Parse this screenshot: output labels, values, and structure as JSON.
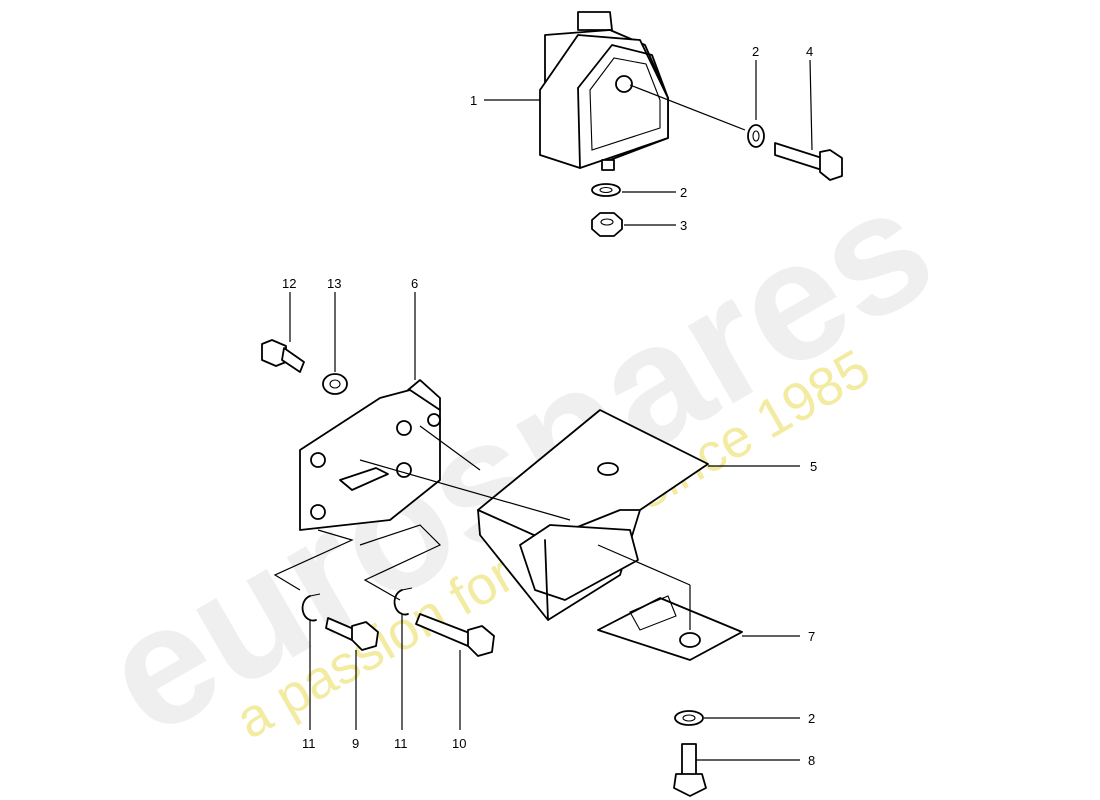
{
  "watermark": {
    "logo_text": "eurospares",
    "tagline": "a passion for parts since 1985",
    "tagline_color": "#e8dc55"
  },
  "callouts": [
    {
      "id": "c1",
      "label": "1"
    },
    {
      "id": "c2a",
      "label": "2"
    },
    {
      "id": "c4",
      "label": "4"
    },
    {
      "id": "c2b",
      "label": "2"
    },
    {
      "id": "c3",
      "label": "3"
    },
    {
      "id": "c12",
      "label": "12"
    },
    {
      "id": "c13",
      "label": "13"
    },
    {
      "id": "c6",
      "label": "6"
    },
    {
      "id": "c5",
      "label": "5"
    },
    {
      "id": "c7",
      "label": "7"
    },
    {
      "id": "c2c",
      "label": "2"
    },
    {
      "id": "c8",
      "label": "8"
    },
    {
      "id": "c11a",
      "label": "11"
    },
    {
      "id": "c9",
      "label": "9"
    },
    {
      "id": "c11b",
      "label": "11"
    },
    {
      "id": "c10",
      "label": "10"
    }
  ]
}
